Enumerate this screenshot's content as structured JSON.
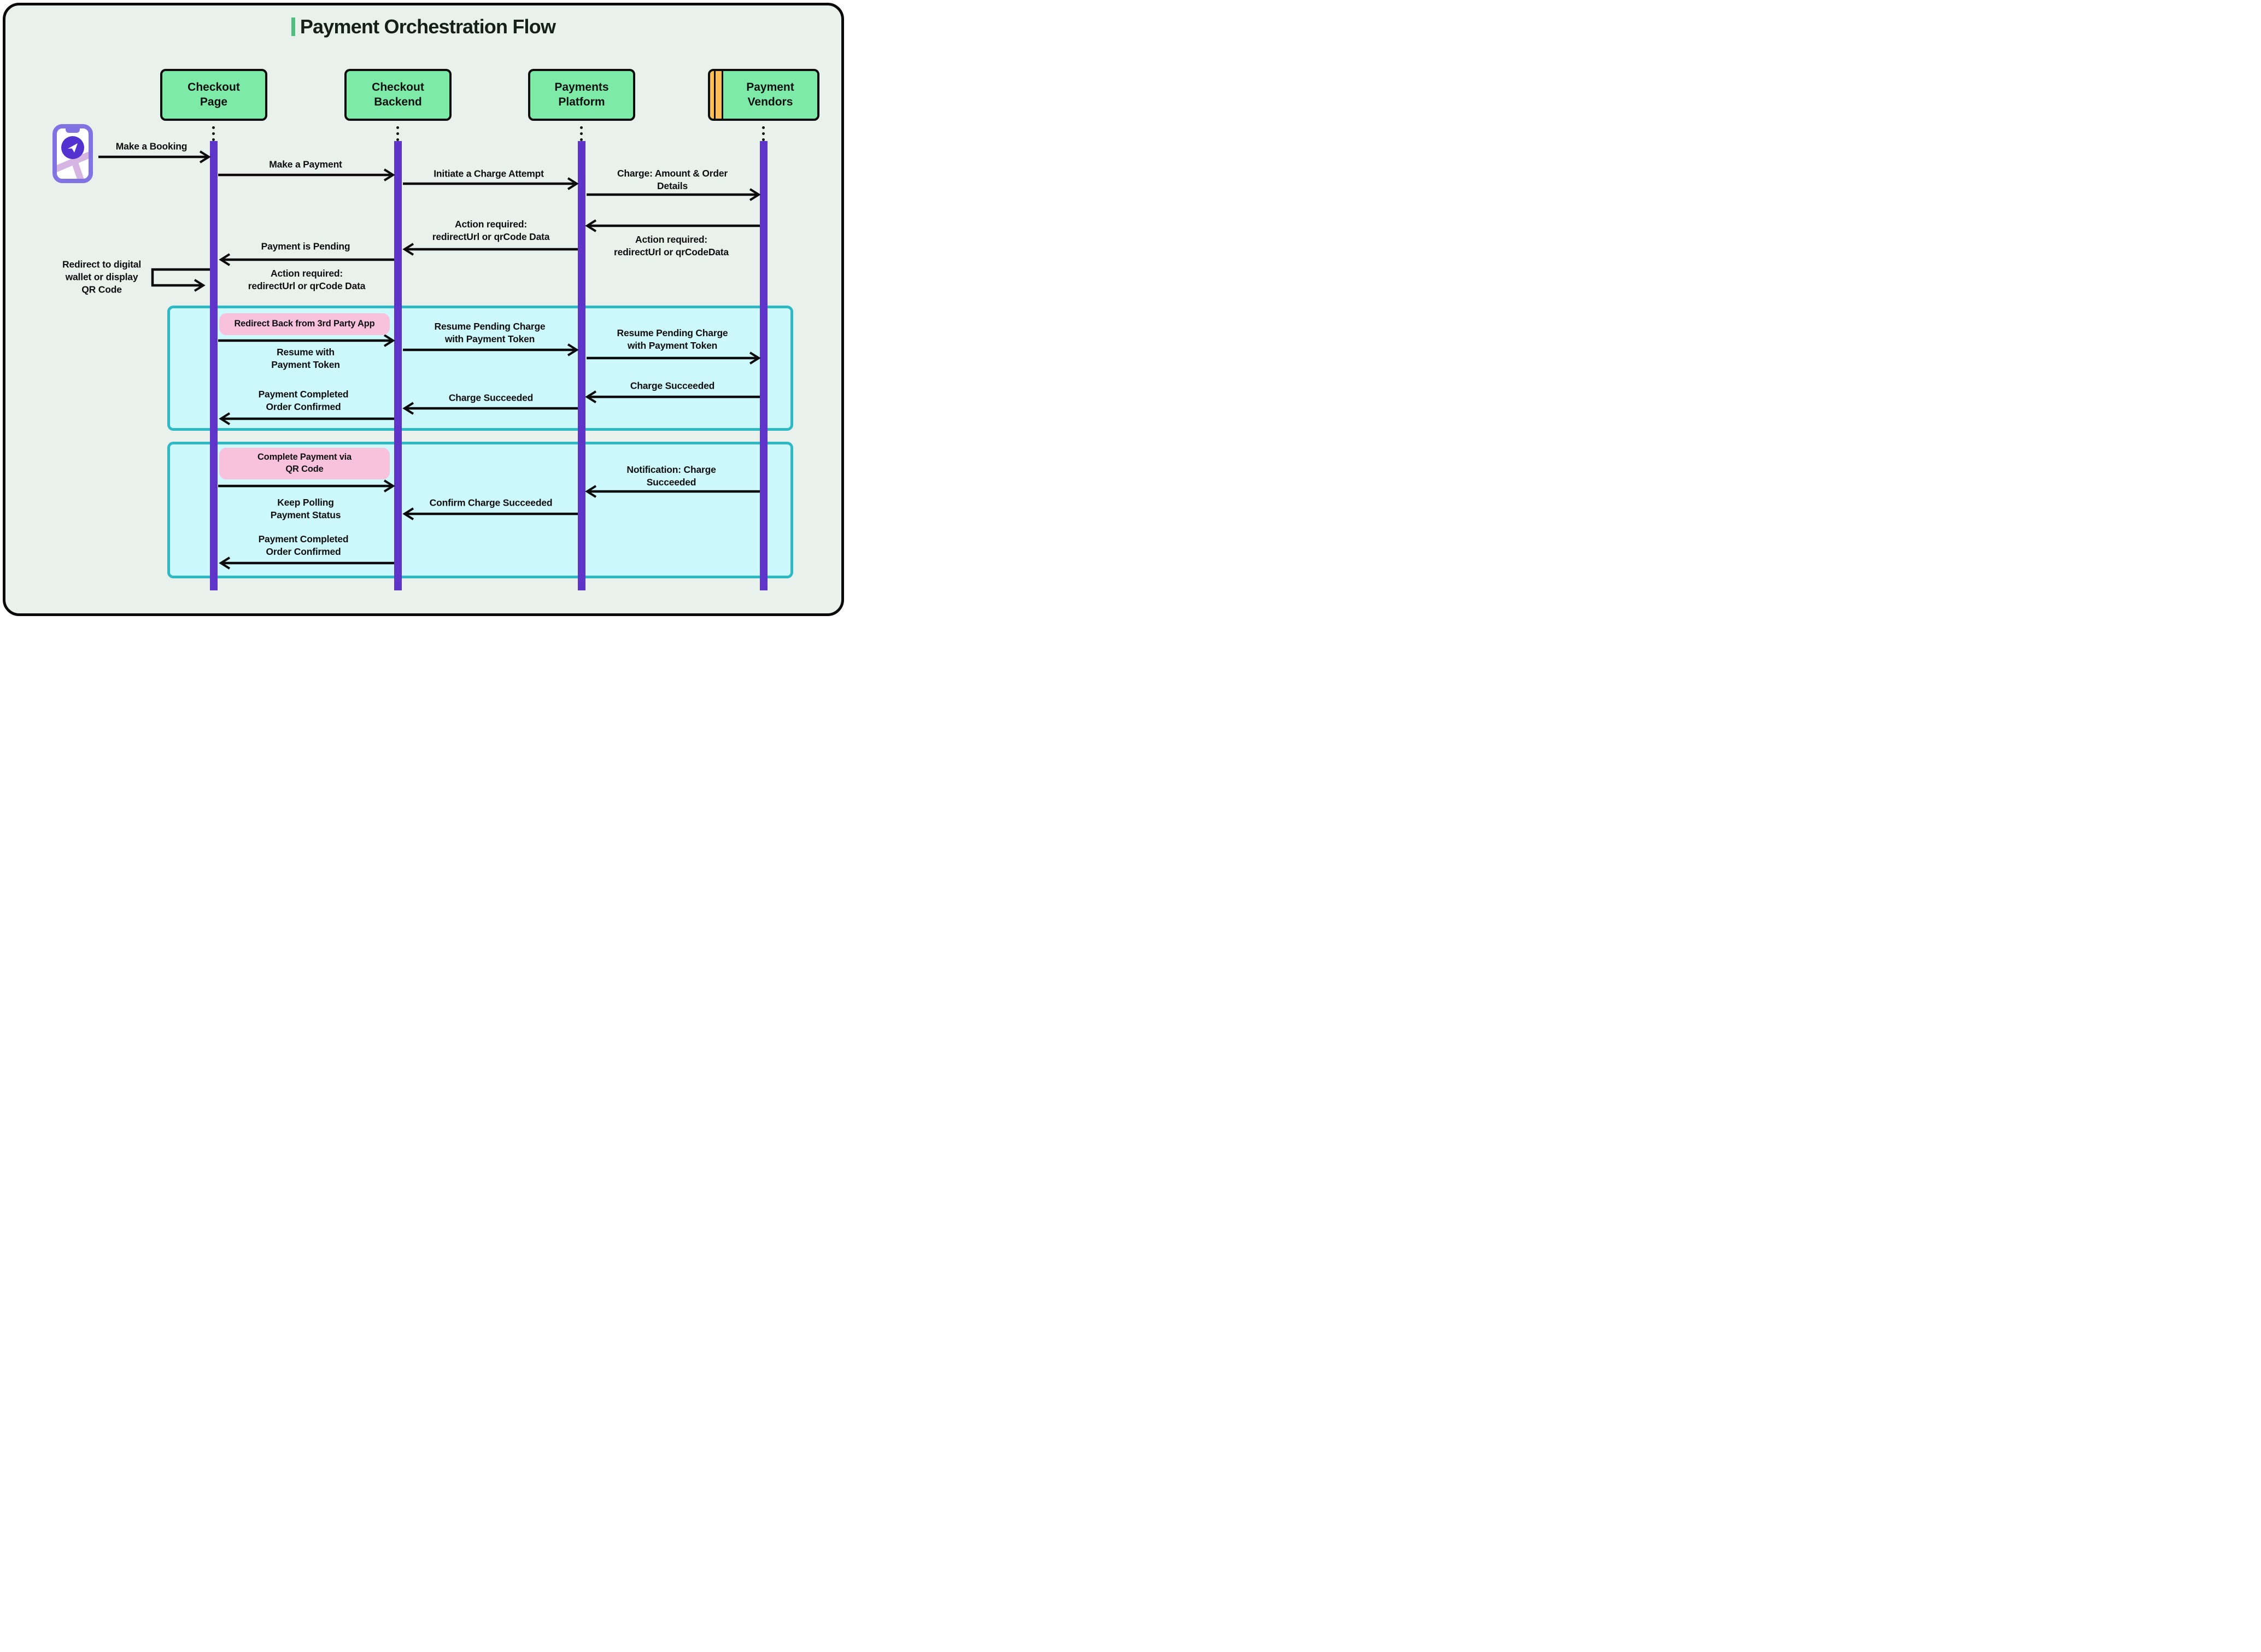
{
  "title": {
    "text": "Payment Orchestration Flow"
  },
  "actors": [
    {
      "id": "checkout-page",
      "label": "Checkout\nPage"
    },
    {
      "id": "checkout-backend",
      "label": "Checkout\nBackend"
    },
    {
      "id": "payments-platform",
      "label": "Payments\nPlatform"
    },
    {
      "id": "payment-vendors",
      "label": "Payment\nVendors"
    }
  ],
  "messages": {
    "make_a_booking": "Make a Booking",
    "make_a_payment": "Make a Payment",
    "initiate_charge": "Initiate a Charge Attempt",
    "charge_details": "Charge: Amount & Order\nDetails",
    "action_required_vendor": "Action required:\nredirectUrl or qrCodeData",
    "action_required_platform": "Action required:\nredirectUrl or qrCode Data",
    "payment_pending": "Payment is Pending",
    "redirect_wallet": "Redirect to digital\nwallet or display\nQR Code",
    "action_required_page": "Action required:\nredirectUrl or qrCode Data",
    "redirect_back": "Redirect Back from 3rd Party App",
    "resume_with_token": "Resume with\nPayment Token",
    "resume_pending_backend": "Resume Pending Charge\nwith Payment Token",
    "resume_pending_platform": "Resume Pending Charge\nwith Payment Token",
    "charge_succeeded_vendor": "Charge Succeeded",
    "charge_succeeded_platform": "Charge Succeeded",
    "payment_completed_1": "Payment Completed\nOrder Confirmed",
    "complete_qr": "Complete Payment via\nQR Code",
    "keep_polling": "Keep Polling\nPayment Status",
    "notification_charge": "Notification: Charge\nSucceeded",
    "confirm_charge": "Confirm Charge Succeeded",
    "payment_completed_2": "Payment Completed\nOrder Confirmed"
  },
  "icons": {
    "booking_app": "phone-map-navigation-icon"
  },
  "colors": {
    "background": "#e9f1ed",
    "ink": "#101010",
    "actor_green": "#7deaa8",
    "accent_green": "#4fbe7e",
    "lifeline_purple": "#5e34c9",
    "fragment_fill": "#cdf9fd",
    "fragment_border": "#2fb9c5",
    "note_pink": "#f9c2dc",
    "vendor_orange": "#fcbd57",
    "phone_purple": "#8173e2",
    "phone_circle": "#5333cf",
    "phone_road": "#d6b5e3"
  }
}
